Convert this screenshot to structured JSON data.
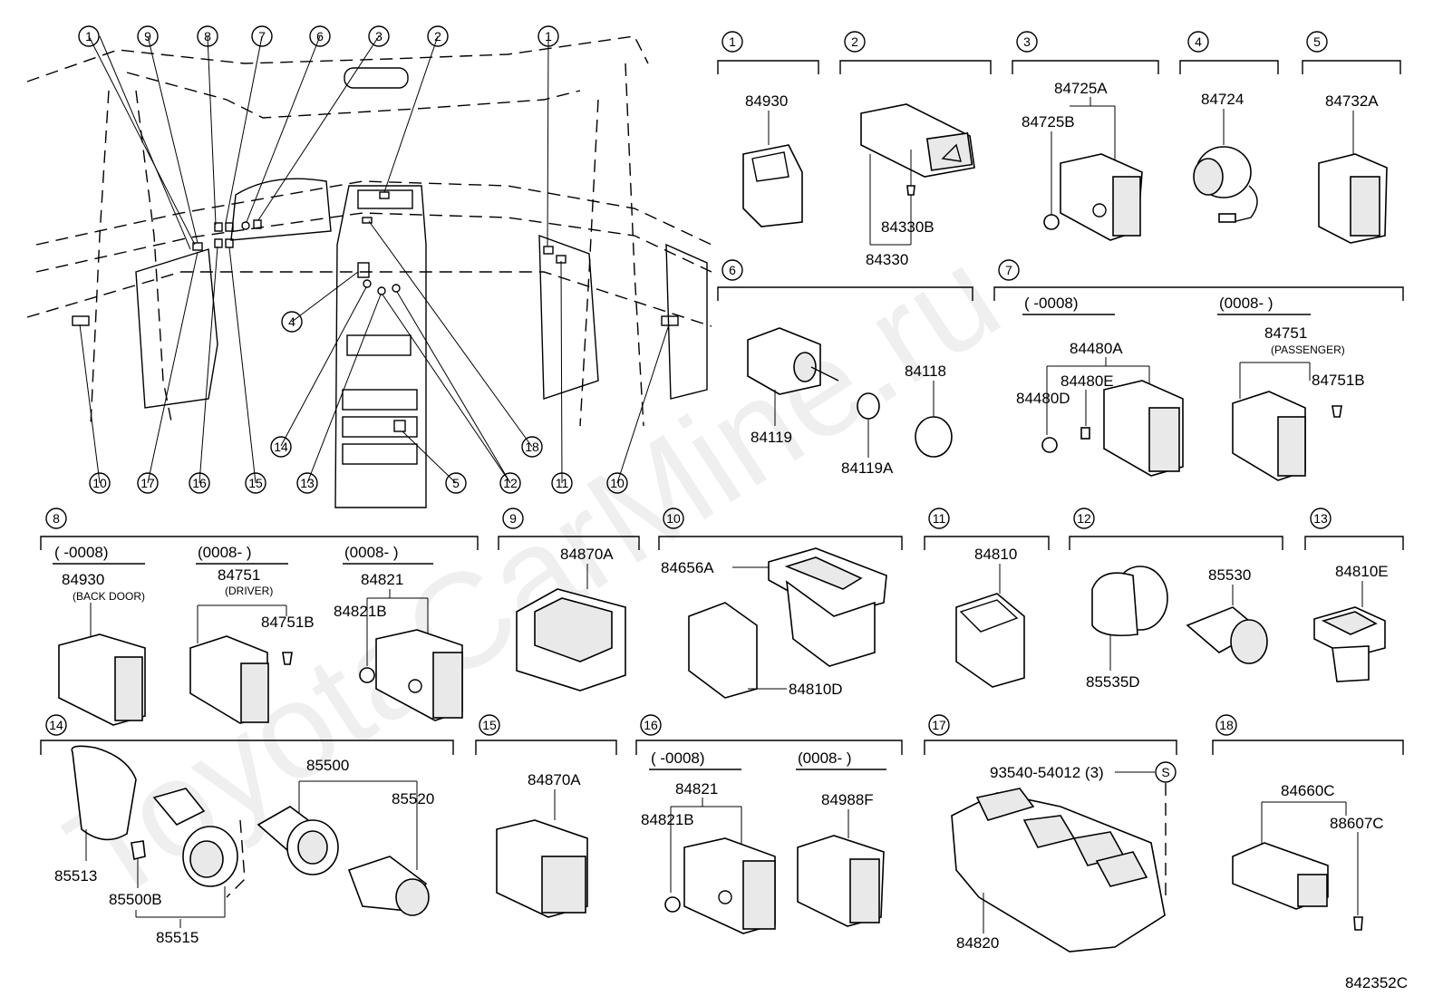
{
  "watermark": "ToyotaCarMine.ru",
  "diagram_code": "842352C",
  "overview_callouts": [
    "1",
    "9",
    "8",
    "7",
    "6",
    "3",
    "2",
    "1",
    "4",
    "14",
    "13",
    "5",
    "12",
    "18",
    "11",
    "10",
    "17",
    "16",
    "15",
    "10"
  ],
  "sections": [
    {
      "num": "1",
      "parts": [
        "84930"
      ]
    },
    {
      "num": "2",
      "parts": [
        "84330B",
        "84330"
      ]
    },
    {
      "num": "3",
      "parts": [
        "84725A",
        "84725B"
      ]
    },
    {
      "num": "4",
      "parts": [
        "84724"
      ]
    },
    {
      "num": "5",
      "parts": [
        "84732A"
      ]
    },
    {
      "num": "6",
      "parts": [
        "84119",
        "84118",
        "84119A"
      ]
    },
    {
      "num": "7",
      "ranges": [
        "(      -0008)",
        "(0008-        )"
      ],
      "parts": [
        "84480A",
        "84480E",
        "84480D",
        "84751",
        "84751B"
      ],
      "note": "(PASSENGER)"
    },
    {
      "num": "8",
      "ranges": [
        "(      -0008)",
        "(0008-      )",
        "(0008-        )"
      ],
      "parts": [
        "84930",
        "84751",
        "84751B",
        "84821",
        "84821B"
      ],
      "notes": [
        "(BACK  DOOR)",
        "(DRIVER)"
      ]
    },
    {
      "num": "9",
      "parts": [
        "84870A"
      ]
    },
    {
      "num": "10",
      "parts": [
        "84656A",
        "84810D"
      ]
    },
    {
      "num": "11",
      "parts": [
        "84810"
      ]
    },
    {
      "num": "12",
      "parts": [
        "85530",
        "85535D"
      ]
    },
    {
      "num": "13",
      "parts": [
        "84810E"
      ]
    },
    {
      "num": "14",
      "parts": [
        "85500",
        "85520",
        "85513",
        "85500B",
        "85515"
      ]
    },
    {
      "num": "15",
      "parts": [
        "84870A"
      ]
    },
    {
      "num": "16",
      "ranges": [
        "(      -0008)",
        "(0008-        )"
      ],
      "parts": [
        "84821",
        "84821B",
        "84988F"
      ]
    },
    {
      "num": "17",
      "parts": [
        "93540-54012 (3)",
        "84820"
      ],
      "symbol": "S"
    },
    {
      "num": "18",
      "parts": [
        "84660C",
        "88607C"
      ]
    }
  ]
}
